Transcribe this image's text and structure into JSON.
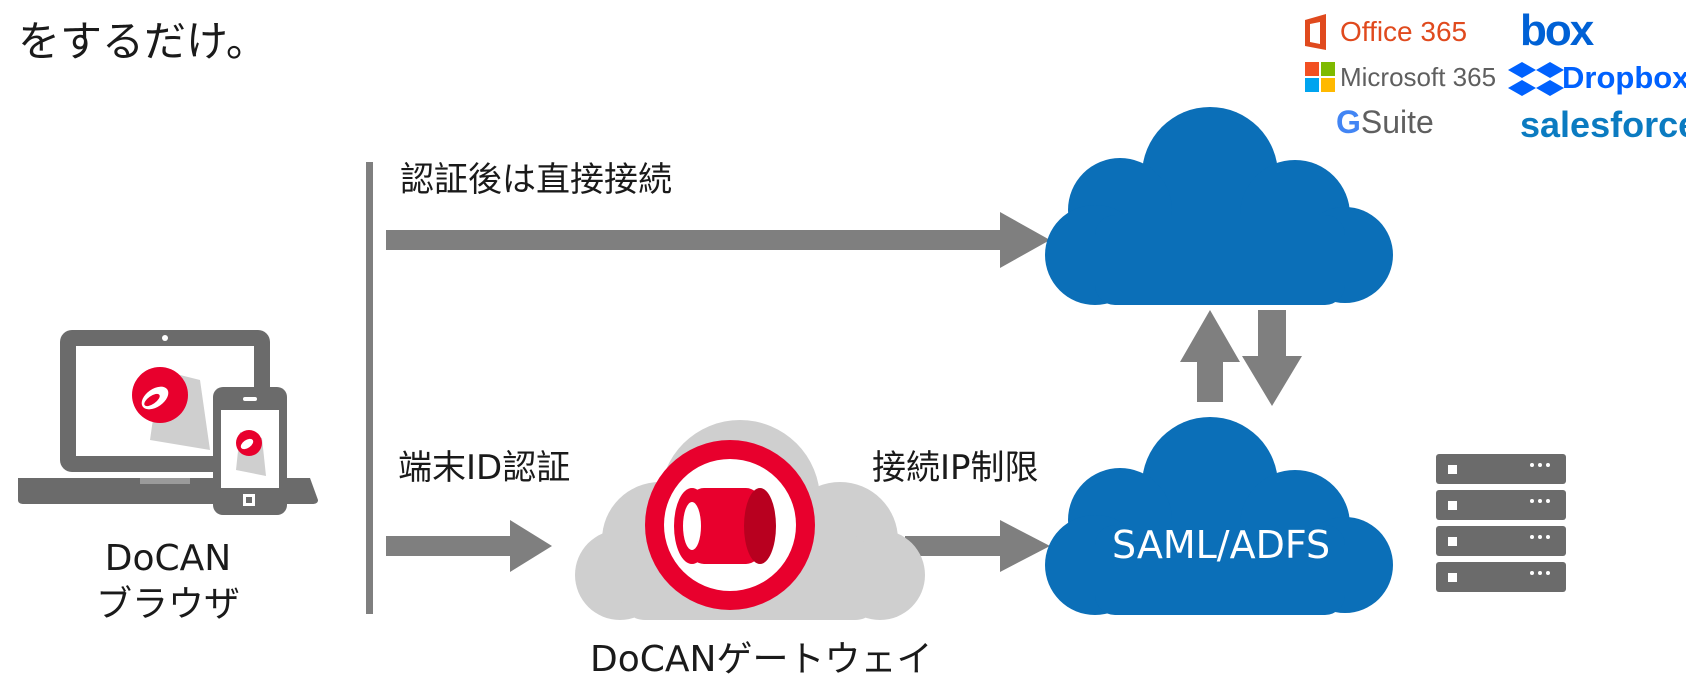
{
  "intro_text": "をするだけ。",
  "labels": {
    "direct_after_auth": "認証後は直接接続",
    "device_auth": "端末ID認証",
    "ip_restriction": "接続IP制限",
    "gateway": "DoCANゲートウェイ",
    "browser_line1": "DoCAN",
    "browser_line2": "ブラウザ",
    "idp": "SAML/ADFS"
  },
  "logos": {
    "office365": "Office 365",
    "microsoft365": "Microsoft 365",
    "gsuite": "Suite",
    "gsuite_g": "G",
    "box": "box",
    "dropbox": "Dropbox",
    "salesforce": "salesforce"
  },
  "colors": {
    "arrow_gray": "#7f7f7f",
    "cloud_blue": "#0b6fb8",
    "gateway_cloud": "#cfcfcf",
    "docan_red": "#e8002d",
    "device_gray": "#6b6b6b"
  }
}
